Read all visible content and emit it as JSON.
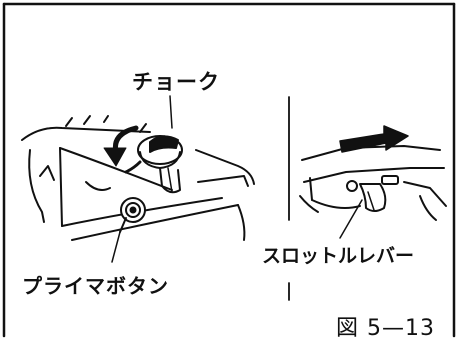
{
  "labels": {
    "choke": "チョーク",
    "primer_button": "プライマボタン",
    "throttle_lever": "スロットルレバー",
    "figure_number": "図 5—13"
  },
  "colors": {
    "ink": "#111111",
    "background": "#ffffff"
  }
}
